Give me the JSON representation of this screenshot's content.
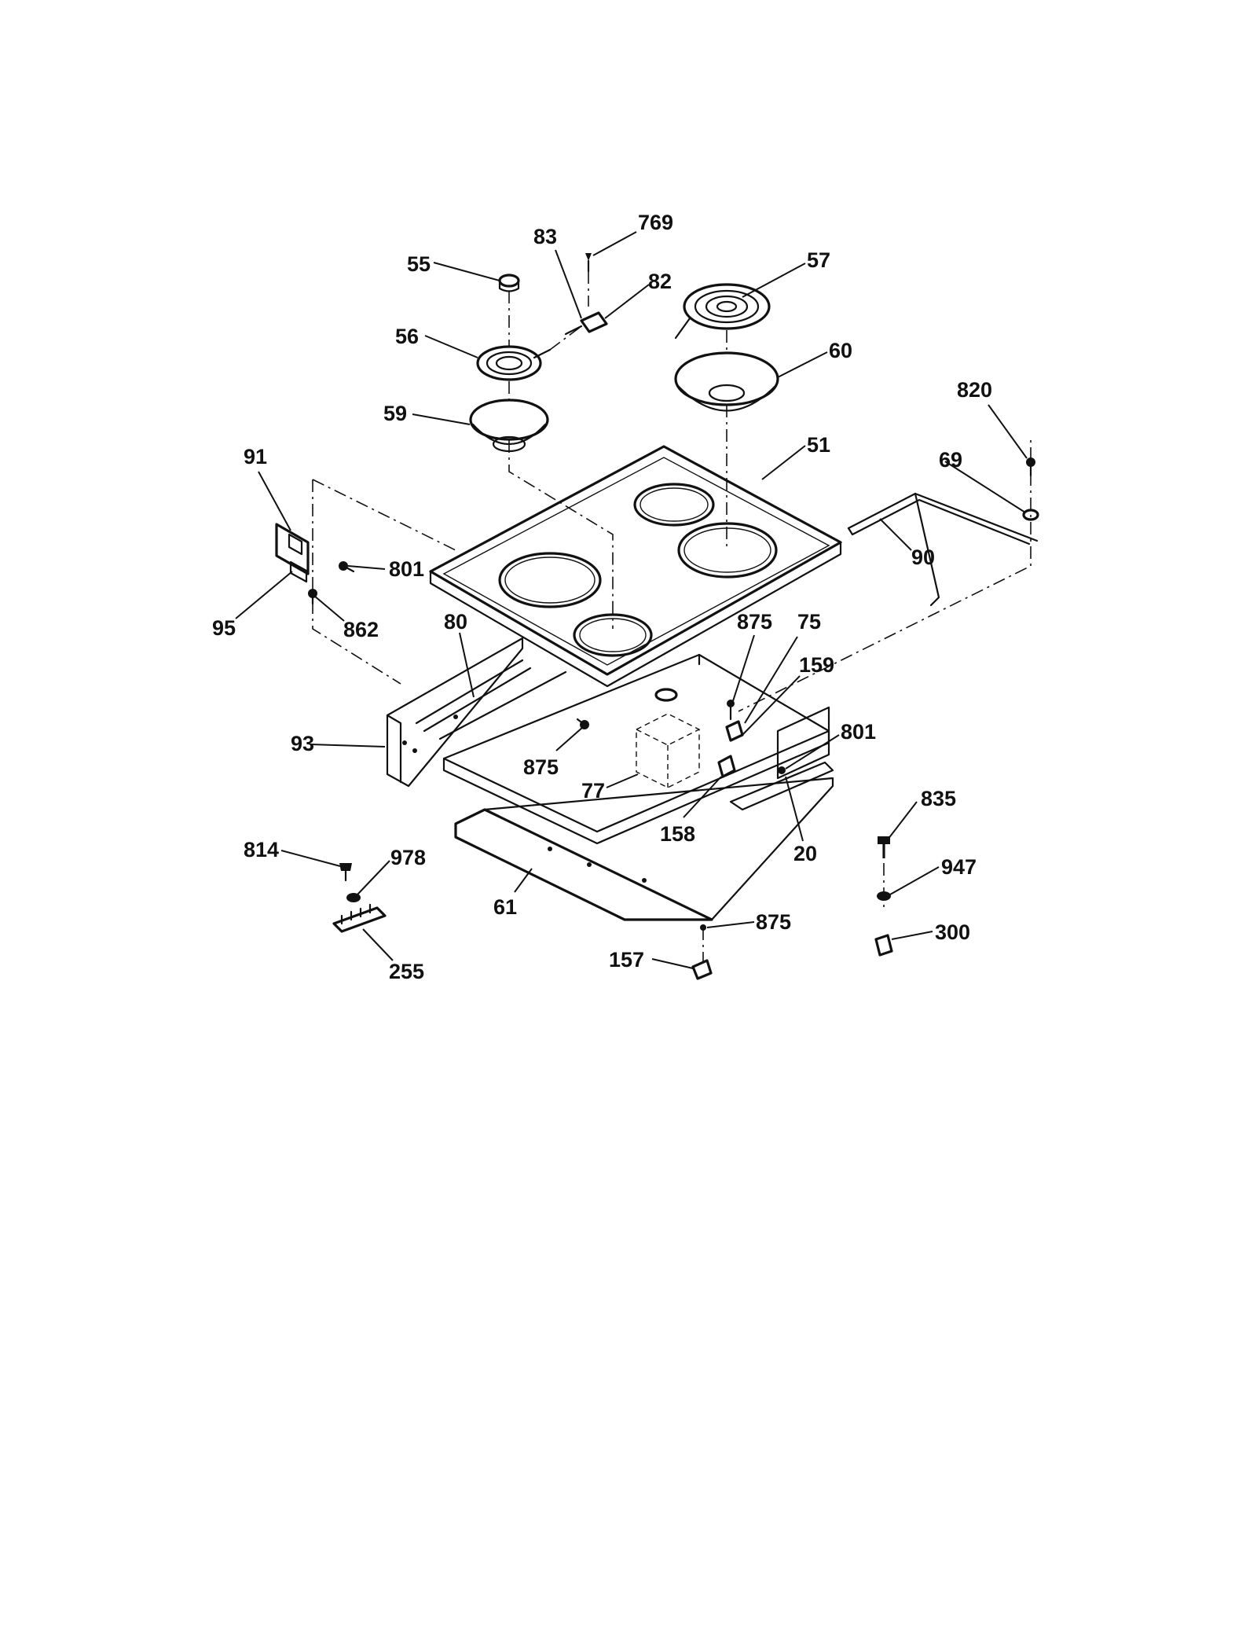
{
  "diagram": {
    "labels": [
      {
        "id": "l769",
        "text": "769"
      },
      {
        "id": "l83",
        "text": "83"
      },
      {
        "id": "l55",
        "text": "55"
      },
      {
        "id": "l82",
        "text": "82"
      },
      {
        "id": "l57",
        "text": "57"
      },
      {
        "id": "l56",
        "text": "56"
      },
      {
        "id": "l60",
        "text": "60"
      },
      {
        "id": "l59",
        "text": "59"
      },
      {
        "id": "l820",
        "text": "820"
      },
      {
        "id": "l51",
        "text": "51"
      },
      {
        "id": "l91",
        "text": "91"
      },
      {
        "id": "l69",
        "text": "69"
      },
      {
        "id": "l801a",
        "text": "801"
      },
      {
        "id": "l90",
        "text": "90"
      },
      {
        "id": "l95",
        "text": "95"
      },
      {
        "id": "l862",
        "text": "862"
      },
      {
        "id": "l80",
        "text": "80"
      },
      {
        "id": "l875a",
        "text": "875"
      },
      {
        "id": "l75",
        "text": "75"
      },
      {
        "id": "l159",
        "text": "159"
      },
      {
        "id": "l801b",
        "text": "801"
      },
      {
        "id": "l93",
        "text": "93"
      },
      {
        "id": "l875b",
        "text": "875"
      },
      {
        "id": "l77",
        "text": "77"
      },
      {
        "id": "l835",
        "text": "835"
      },
      {
        "id": "l158",
        "text": "158"
      },
      {
        "id": "l20",
        "text": "20"
      },
      {
        "id": "l814",
        "text": "814"
      },
      {
        "id": "l978",
        "text": "978"
      },
      {
        "id": "l947",
        "text": "947"
      },
      {
        "id": "l61",
        "text": "61"
      },
      {
        "id": "l875c",
        "text": "875"
      },
      {
        "id": "l300",
        "text": "300"
      },
      {
        "id": "l157",
        "text": "157"
      },
      {
        "id": "l255",
        "text": "255"
      }
    ]
  }
}
